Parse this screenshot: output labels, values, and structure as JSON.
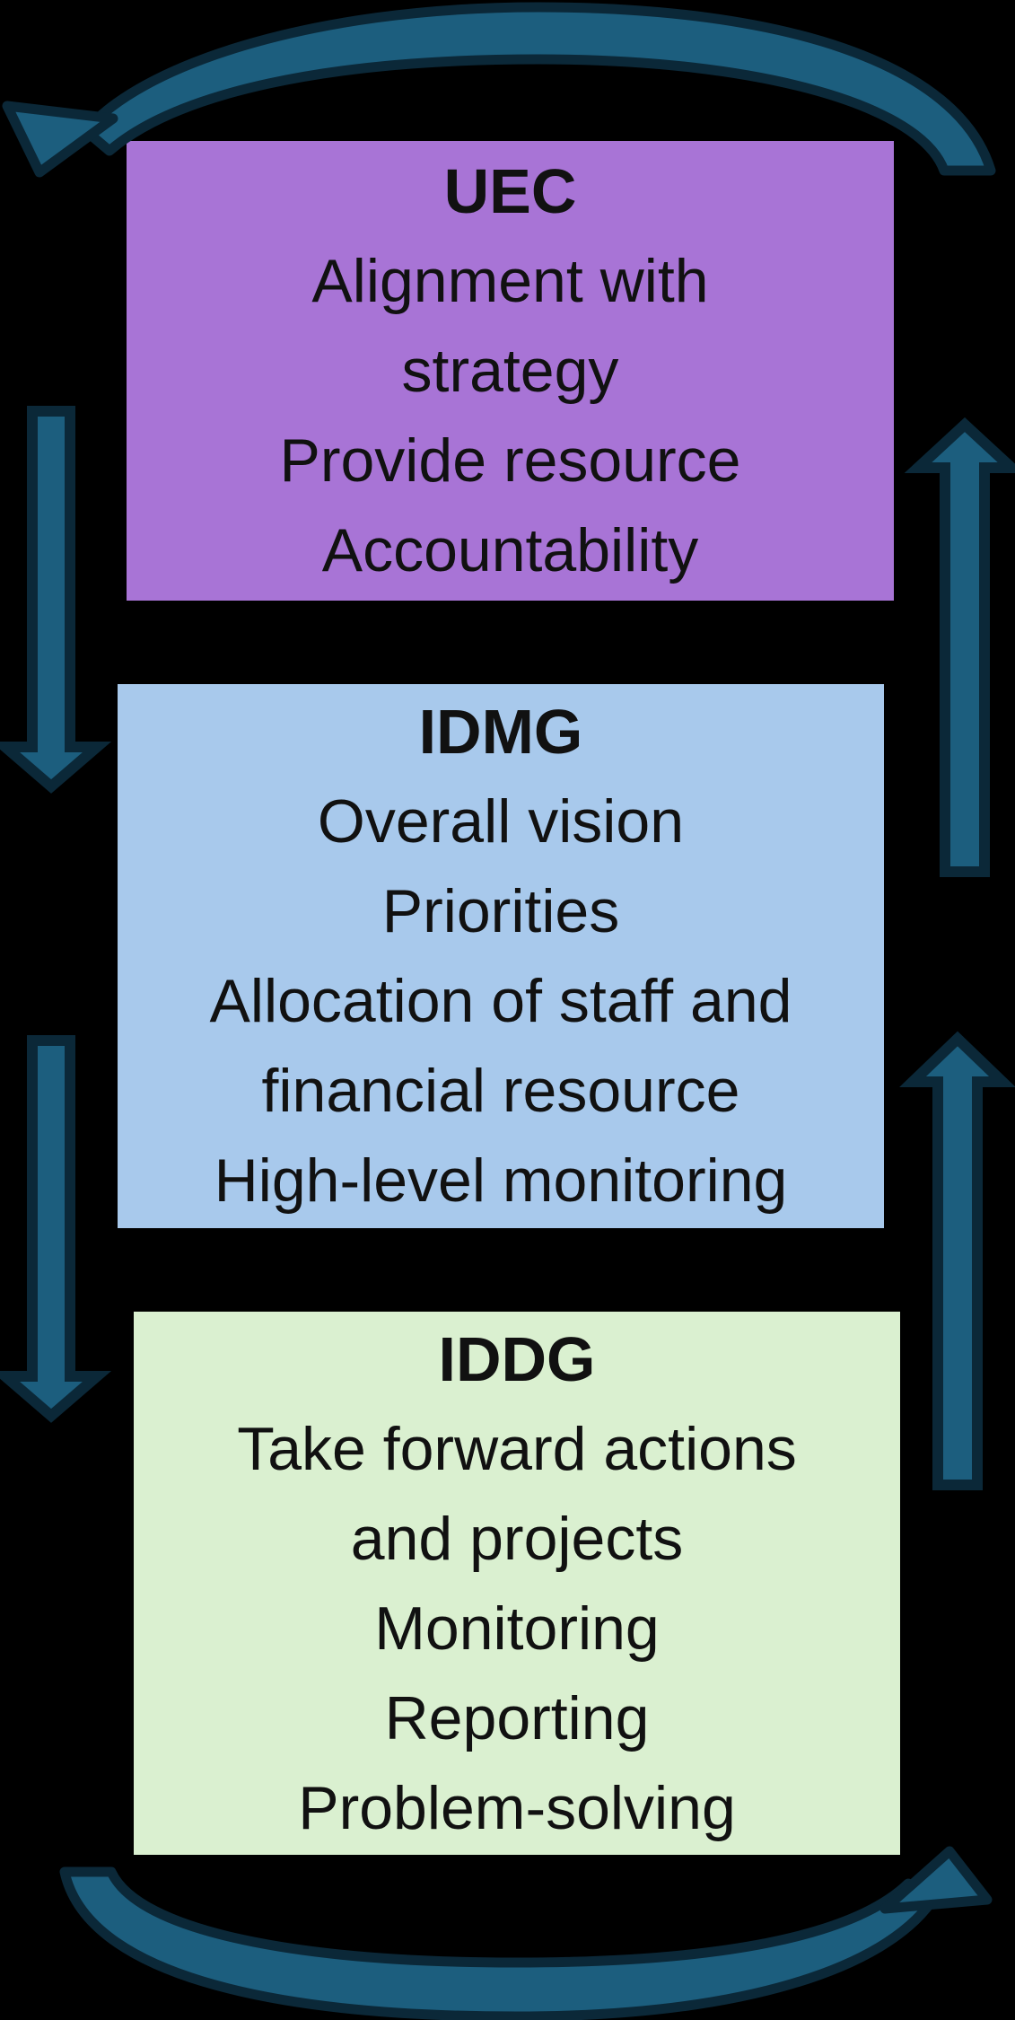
{
  "canvas": {
    "background": "#000000",
    "text_color": "#111111"
  },
  "boxes": [
    {
      "id": "uec",
      "title": "UEC",
      "lines": [
        "Alignment with",
        "strategy",
        "Provide resource",
        "Accountability"
      ],
      "color": "#a874d6"
    },
    {
      "id": "idmg",
      "title": "IDMG",
      "lines": [
        "Overall vision",
        "Priorities",
        "Allocation of staff and",
        "financial resource",
        "High-level monitoring"
      ],
      "color": "#a8c9ec"
    },
    {
      "id": "iddg",
      "title": "IDDG",
      "lines": [
        "Take forward actions",
        "and projects",
        "Monitoring",
        "Reporting",
        "Problem-solving"
      ],
      "color": "#daf0d0"
    }
  ],
  "arrows": {
    "fill": "#1c5e7e",
    "outline": "#0b2838",
    "items": [
      {
        "name": "cycle-top",
        "direction": "right-to-left"
      },
      {
        "name": "uec-to-idmg",
        "direction": "down"
      },
      {
        "name": "idmg-to-uec",
        "direction": "up"
      },
      {
        "name": "idmg-to-iddg",
        "direction": "down"
      },
      {
        "name": "iddg-to-idmg",
        "direction": "up"
      },
      {
        "name": "cycle-bottom",
        "direction": "left-to-right"
      }
    ]
  }
}
